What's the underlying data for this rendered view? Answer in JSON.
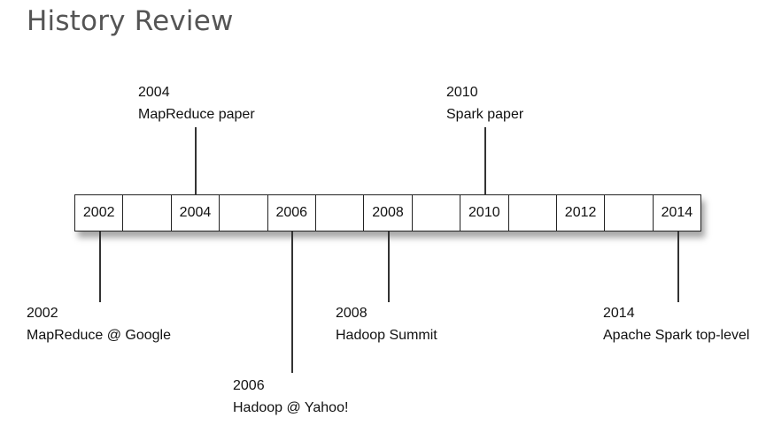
{
  "title": "History Review",
  "timeline": {
    "cells": [
      "2002",
      "",
      "2004",
      "",
      "2006",
      "",
      "2008",
      "",
      "2010",
      "",
      "2012",
      "",
      "2014"
    ]
  },
  "events": {
    "e2004": {
      "year": "2004",
      "label": "MapReduce paper"
    },
    "e2010": {
      "year": "2010",
      "label": "Spark paper"
    },
    "e2002": {
      "year": "2002",
      "label": "MapReduce @ Google"
    },
    "e2006": {
      "year": "2006",
      "label": "Hadoop @ Yahoo!"
    },
    "e2008": {
      "year": "2008",
      "label": "Hadoop Summit"
    },
    "e2014": {
      "year": "2014",
      "label": "Apache Spark top-level"
    }
  }
}
